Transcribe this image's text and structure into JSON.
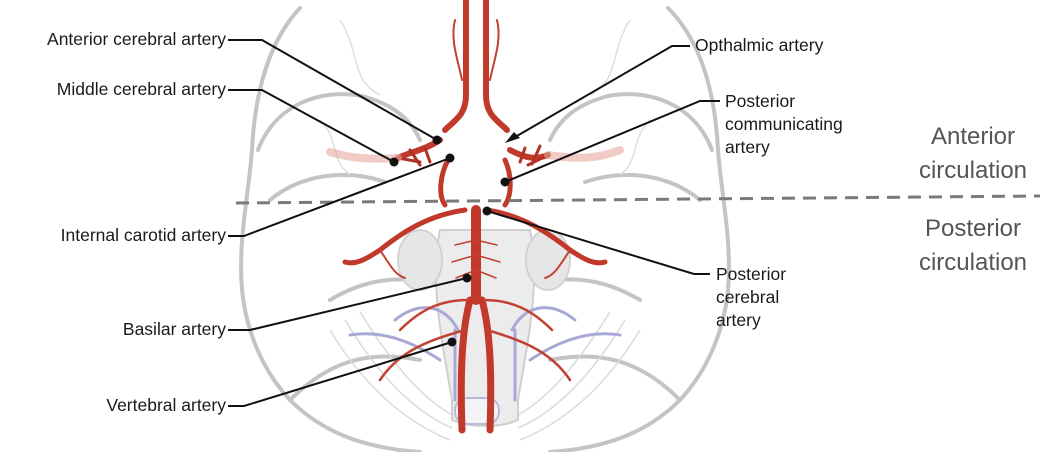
{
  "labels": {
    "anterior_cerebral": "Anterior cerebral artery",
    "middle_cerebral": "Middle cerebral artery",
    "internal_carotid": "Internal carotid artery",
    "basilar": "Basilar artery",
    "vertebral": "Vertebral artery",
    "opthalmic": "Opthalmic artery",
    "posterior_communicating": [
      "Posterior",
      "communicating",
      "artery"
    ],
    "posterior_cerebral": [
      "Posterior",
      "cerebral",
      "artery"
    ]
  },
  "regions": {
    "anterior": [
      "Anterior",
      "circulation"
    ],
    "posterior": [
      "Posterior",
      "circulation"
    ]
  },
  "colors": {
    "artery": "#c0392b",
    "artery_dark": "#a1271b",
    "brain_outline": "#bdbdbd",
    "vein": "#9a9ad0",
    "divider": "#7a7a7a",
    "leader": "#111111"
  }
}
